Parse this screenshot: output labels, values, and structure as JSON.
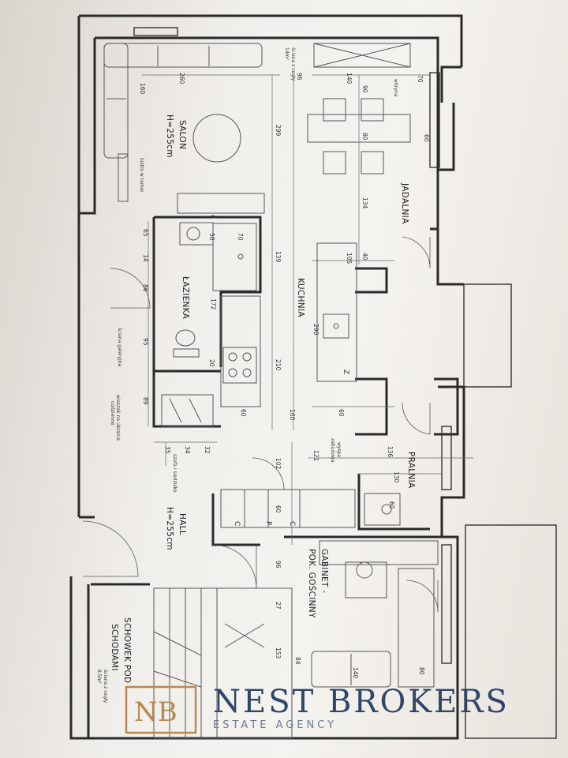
{
  "rooms": {
    "salon": "SALON",
    "salon_height": "H=255cm",
    "jadalnia": "JADALNIA",
    "kuchnia": "KUCHNIA",
    "lazienka": "ŁAZIENKA",
    "pralnia": "PRALNIA",
    "hall": "HALL",
    "hall_height": "H=255cm",
    "gabinet_1": "GABINET -",
    "gabinet_2": "POK. GOŚCINNY",
    "schowek_1": "SCHOWEK POD",
    "schowek_2": "SCHODAMI"
  },
  "notes": {
    "sciana_top_1": "ściana z cegły",
    "sciana_top_2": "14m²",
    "witryna": "witryna",
    "lustro": "lustro w ramie",
    "sciana_galeryjna": "ściana galeryjna",
    "wieszak_1": "wieszak na ubrania",
    "wieszak_2": "codzienne",
    "szafa": "szafa i siedzisko",
    "wyspa_1": "wyspa",
    "wyspa_2": "zabudowa",
    "sciana_bottom_1": "ściana z cegły",
    "sciana_bottom_2": "8,5m²"
  },
  "dimensions": {
    "d260": "260",
    "d160": "160",
    "d299": "299",
    "d96a": "96",
    "d140a": "140",
    "d90": "90",
    "d70": "70",
    "d60a": "60",
    "d80a": "80",
    "d134": "134",
    "d65": "65",
    "d14": "14",
    "d86": "86",
    "d95": "95",
    "d89": "89",
    "d139": "139",
    "d172": "172",
    "d105": "105",
    "d40": "40",
    "d290": "290",
    "d210": "210",
    "d60b": "60",
    "d100": "100",
    "d60c": "60",
    "d35": "35",
    "d34": "34",
    "d32": "32",
    "d102": "102",
    "d121": "121",
    "d136": "136",
    "d130": "130",
    "d60d": "60",
    "d60e": "60",
    "d96b": "96",
    "d27": "27",
    "d153": "153",
    "d84": "84",
    "d140b": "140",
    "d80b": "80",
    "d9": "9",
    "d20": "20",
    "d50": "50",
    "d70b": "70"
  },
  "appliances": {
    "c1": "C",
    "p": "P",
    "c2": "C",
    "z": "Z"
  },
  "logo": {
    "monogram": "NB",
    "brand": "NEST BROKERS",
    "subtitle": "ESTATE AGENCY"
  },
  "colors": {
    "brand_navy": "#2f4668",
    "brand_gold": "#b98a4f"
  }
}
